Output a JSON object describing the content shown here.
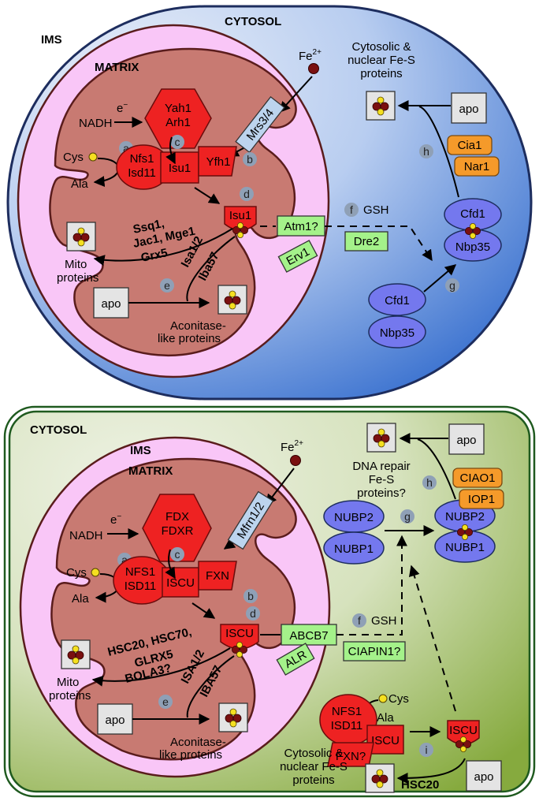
{
  "colors": {
    "yeast_bg_light": "#dbe6f5",
    "yeast_bg_dark": "#2f6fd0",
    "human_bg_light": "#e4ecd4",
    "human_bg_dark": "#8fb04a",
    "ims_pink": "#f9c6f7",
    "matrix_brown": "#c87a72",
    "protein_red": "#ee2222",
    "protein_blue": "#7478ee",
    "protein_orange": "#f59a2a",
    "transporter_green": "#a4f28a",
    "importer_blue": "#bcd4ee",
    "step_circle": "#8fa0b6",
    "cluster_red": "#7a1010",
    "cluster_yellow": "#f5e020"
  },
  "top": {
    "cytosol": "CYTOSOL",
    "ims": "IMS",
    "matrix": "MATRIX",
    "fe": "Fe",
    "fe_sup": "2+",
    "importer": "Mrs3/4",
    "nadh": "NADH",
    "eminus": "e",
    "eminus_sup": "−",
    "yah1": "Yah1",
    "arh1": "Arh1",
    "cys": "Cys",
    "ala": "Ala",
    "nfs1": "Nfs1",
    "isd11": "Isd11",
    "isu1_complex": "Isu1",
    "yfh1": "Yfh1",
    "isu1_holo": "Isu1",
    "chaperones": [
      "Ssq1,",
      "Jac1, Mge1",
      "Grx5"
    ],
    "mito_proteins": [
      "Mito",
      "proteins"
    ],
    "apo": "apo",
    "isa": "Isa1/2",
    "iba": "Iba57",
    "aconitase": [
      "Aconitase-",
      "like proteins"
    ],
    "atm1": "Atm1?",
    "erv1": "Erv1",
    "gsh": "GSH",
    "dre2": "Dre2",
    "cfd1_free": "Cfd1",
    "nbp35_free": "Nbp35",
    "cfd1_holo": "Cfd1",
    "nbp35_holo": "Nbp35",
    "cia1": "Cia1",
    "nar1": "Nar1",
    "apo_cyto": "apo",
    "cyto_nuclear": [
      "Cytosolic &",
      "nuclear Fe-S",
      "proteins"
    ],
    "steps": {
      "a": "a",
      "b": "b",
      "c": "c",
      "d": "d",
      "e": "e",
      "f": "f",
      "g": "g",
      "h": "h"
    }
  },
  "bottom": {
    "cytosol": "CYTOSOL",
    "ims": "IMS",
    "matrix": "MATRIX",
    "fe": "Fe",
    "fe_sup": "2+",
    "importer": "Mfrn1/2",
    "nadh": "NADH",
    "eminus": "e",
    "eminus_sup": "−",
    "fdx": "FDX",
    "fdxr": "FDXR",
    "cys": "Cys",
    "ala": "Ala",
    "nfs1": "NFS1",
    "isd11": "ISD11",
    "iscu_complex": "ISCU",
    "fxn": "FXN",
    "iscu_holo": "ISCU",
    "chaperones": [
      "HSC20, HSC70,",
      "GLRX5",
      "BOLA3?"
    ],
    "mito_proteins": [
      "Mito",
      "proteins"
    ],
    "apo": "apo",
    "isa": "ISA1/2",
    "iba": "IBA57",
    "aconitase": [
      "Aconitase-",
      "like proteins"
    ],
    "abcb7": "ABCB7",
    "alr": "ALR",
    "gsh": "GSH",
    "ciapin": "CIAPIN1?",
    "nubp2_free": "NUBP2",
    "nubp1_free": "NUBP1",
    "nubp2_holo": "NUBP2",
    "nubp1_holo": "NUBP1",
    "ciao1": "CIAO1",
    "iop1": "IOP1",
    "apo_cyto": "apo",
    "dna_repair": [
      "DNA repair",
      "Fe-S",
      "proteins?"
    ],
    "c_cys": "Cys",
    "c_ala": "Ala",
    "c_nfs1": "NFS1",
    "c_isd11": "ISD11",
    "c_iscu": "ISCU",
    "c_fxn": "FXN?",
    "c_iscu_holo": "ISCU",
    "hsc20": "HSC20",
    "apo_bottom": "apo",
    "cyto_nuclear": [
      "Cytosolic &",
      "nuclear Fe-S",
      "proteins"
    ],
    "steps": {
      "a": "a",
      "b": "b",
      "c": "c",
      "d": "d",
      "e": "e",
      "f": "f",
      "g": "g",
      "h": "h",
      "i": "i"
    }
  }
}
